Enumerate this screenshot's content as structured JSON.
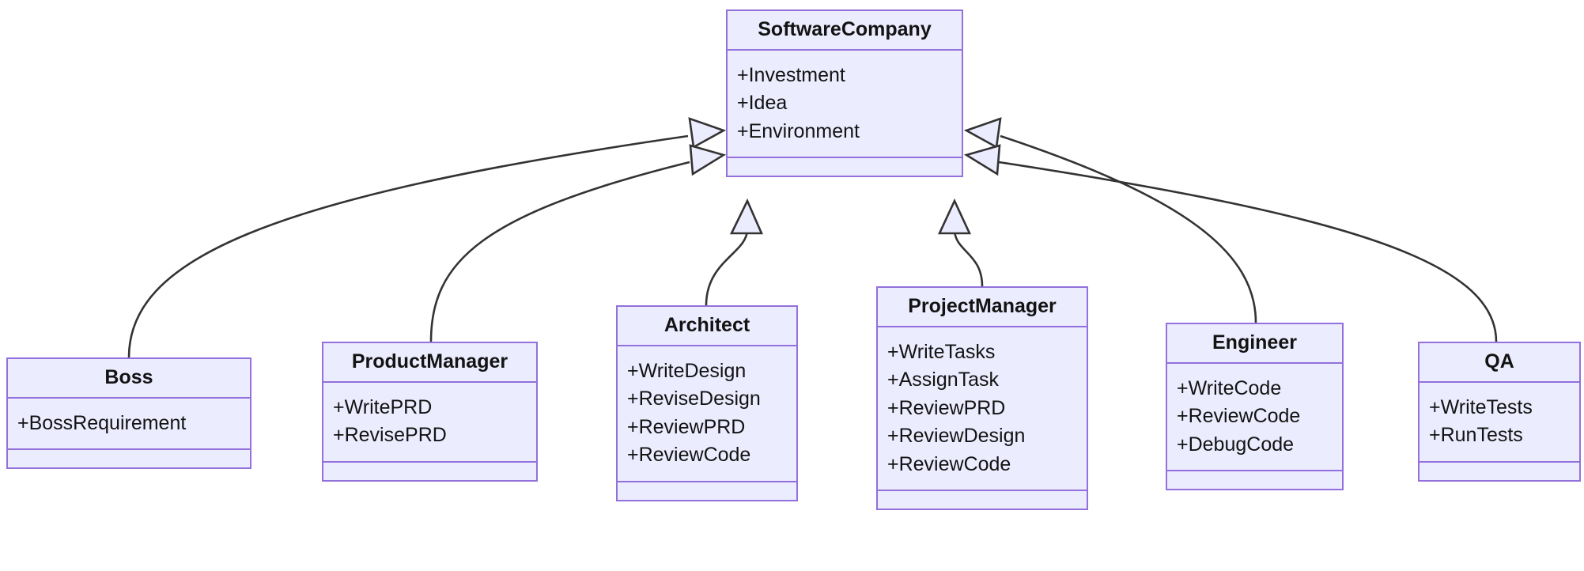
{
  "diagram": {
    "type": "uml-class-diagram",
    "title": "",
    "relationship": "generalization",
    "colors": {
      "node_fill": "#ECECFF",
      "node_border": "#9370DB",
      "edge_stroke": "#333333",
      "text": "#131313",
      "background": "#FFFFFF"
    }
  },
  "classes": {
    "software_company": {
      "name": "SoftwareCompany",
      "attributes": [
        "+Investment",
        "+Idea",
        "+Environment"
      ],
      "methods": []
    },
    "boss": {
      "name": "Boss",
      "attributes": [
        "+BossRequirement"
      ],
      "methods": []
    },
    "product_manager": {
      "name": "ProductManager",
      "attributes": [
        "+WritePRD",
        "+RevisePRD"
      ],
      "methods": []
    },
    "architect": {
      "name": "Architect",
      "attributes": [
        "+WriteDesign",
        "+ReviseDesign",
        "+ReviewPRD",
        "+ReviewCode"
      ],
      "methods": []
    },
    "project_manager": {
      "name": "ProjectManager",
      "attributes": [
        "+WriteTasks",
        "+AssignTask",
        "+ReviewPRD",
        "+ReviewDesign",
        "+ReviewCode"
      ],
      "methods": []
    },
    "engineer": {
      "name": "Engineer",
      "attributes": [
        "+WriteCode",
        "+ReviewCode",
        "+DebugCode"
      ],
      "methods": []
    },
    "qa": {
      "name": "QA",
      "attributes": [
        "+WriteTests",
        "+RunTests"
      ],
      "methods": []
    }
  },
  "edges": [
    {
      "from": "Boss",
      "to": "SoftwareCompany",
      "kind": "inheritance"
    },
    {
      "from": "ProductManager",
      "to": "SoftwareCompany",
      "kind": "inheritance"
    },
    {
      "from": "Architect",
      "to": "SoftwareCompany",
      "kind": "inheritance"
    },
    {
      "from": "ProjectManager",
      "to": "SoftwareCompany",
      "kind": "inheritance"
    },
    {
      "from": "Engineer",
      "to": "SoftwareCompany",
      "kind": "inheritance"
    },
    {
      "from": "QA",
      "to": "SoftwareCompany",
      "kind": "inheritance"
    }
  ]
}
